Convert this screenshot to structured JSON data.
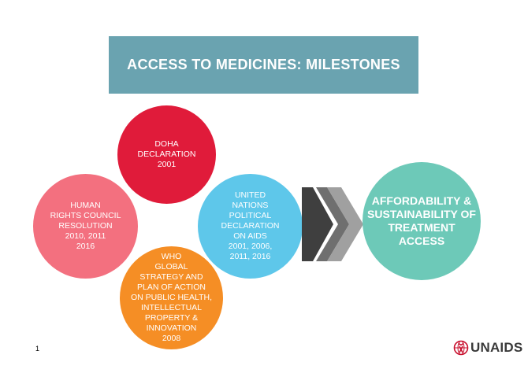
{
  "title": "ACCESS TO MEDICINES: MILESTONES",
  "circles": {
    "doha": "DOHA\nDECLARATION\n2001",
    "human_rights": "HUMAN\nRIGHTS COUNCIL\nRESOLUTION\n2010, 2011\n2016",
    "un": "UNITED\nNATIONS\nPOLITICAL\nDECLARATION\nON AIDS\n2001, 2006,\n2011, 2016",
    "who": "WHO\nGLOBAL\nSTRATEGY AND\nPLAN OF ACTION\nON PUBLIC HEALTH,\nINTELLECTUAL\nPROPERTY &\nINNOVATION\n2008",
    "affordability": "AFFORDABILITY &\nSUSTAINABILITY OF\nTREATMENT\nACCESS"
  },
  "colors": {
    "doha": "#e01b3a",
    "human_rights": "#f3707f",
    "un": "#5ec7ea",
    "who": "#f58e25",
    "affordability": "#6dc9b8",
    "title_bg": "#6aa3b0"
  },
  "footer": {
    "page_number": "1",
    "logo_icon": "ribbon-globe-icon",
    "logo_text": "UNAIDS"
  }
}
